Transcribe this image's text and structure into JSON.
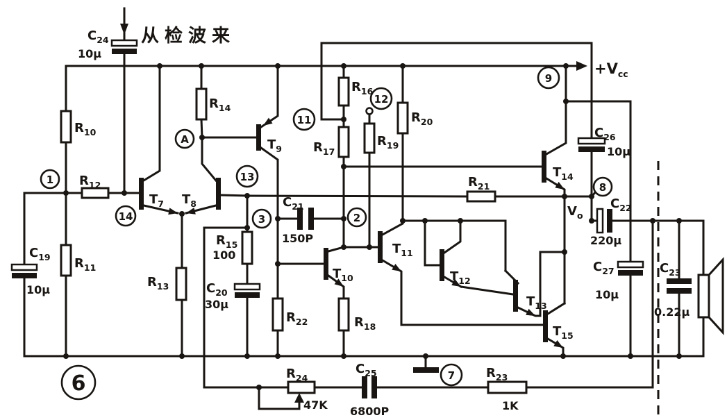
{
  "figure_number": "6",
  "texts": {
    "input_source": "从检波来",
    "supply": {
      "p": "+V",
      "s": "cc"
    },
    "output": {
      "p": "V",
      "s": "o"
    }
  },
  "nodes": {
    "n1": "1",
    "n2": "2",
    "n3": "3",
    "n7": "7",
    "n8": "8",
    "n9": "9",
    "n11": "11",
    "n12": "12",
    "n13": "13",
    "n14": "14",
    "nA": "A"
  },
  "parts": {
    "R10": {
      "p": "R",
      "s": "10"
    },
    "R11": {
      "p": "R",
      "s": "11"
    },
    "R12": {
      "p": "R",
      "s": "12"
    },
    "R13": {
      "p": "R",
      "s": "13"
    },
    "R14": {
      "p": "R",
      "s": "14"
    },
    "R15": {
      "p": "R",
      "s": "15"
    },
    "R16": {
      "p": "R",
      "s": "16"
    },
    "R17": {
      "p": "R",
      "s": "17"
    },
    "R18": {
      "p": "R",
      "s": "18"
    },
    "R19": {
      "p": "R",
      "s": "19"
    },
    "R20": {
      "p": "R",
      "s": "20"
    },
    "R21": {
      "p": "R",
      "s": "21"
    },
    "R22": {
      "p": "R",
      "s": "22"
    },
    "R23": {
      "p": "R",
      "s": "23"
    },
    "R24": {
      "p": "R",
      "s": "24"
    },
    "C19": {
      "p": "C",
      "s": "19"
    },
    "C20": {
      "p": "C",
      "s": "20"
    },
    "C21": {
      "p": "C",
      "s": "21"
    },
    "C22": {
      "p": "C",
      "s": "22"
    },
    "C23": {
      "p": "C",
      "s": "23"
    },
    "C24": {
      "p": "C",
      "s": "24"
    },
    "C25": {
      "p": "C",
      "s": "25"
    },
    "C26": {
      "p": "C",
      "s": "26"
    },
    "C27": {
      "p": "C",
      "s": "27"
    },
    "T7": {
      "p": "T",
      "s": "7"
    },
    "T8": {
      "p": "T",
      "s": "8"
    },
    "T9": {
      "p": "T",
      "s": "9"
    },
    "T10": {
      "p": "T",
      "s": "10"
    },
    "T11": {
      "p": "T",
      "s": "11"
    },
    "T12": {
      "p": "T",
      "s": "12"
    },
    "T13": {
      "p": "T",
      "s": "13"
    },
    "T14": {
      "p": "T",
      "s": "14"
    },
    "T15": {
      "p": "T",
      "s": "15"
    }
  },
  "values": {
    "C19": "10μ",
    "C20": "30μ",
    "C21": "150P",
    "C22": "220μ",
    "C23": "0.22μ",
    "C24": "10μ",
    "C25": "6800P",
    "C26": "10μ",
    "C27": "10μ",
    "R15": "100",
    "R23": "1K",
    "R24": "47K"
  },
  "colors": {
    "ink": "#181512",
    "paper": "#ffffff"
  }
}
